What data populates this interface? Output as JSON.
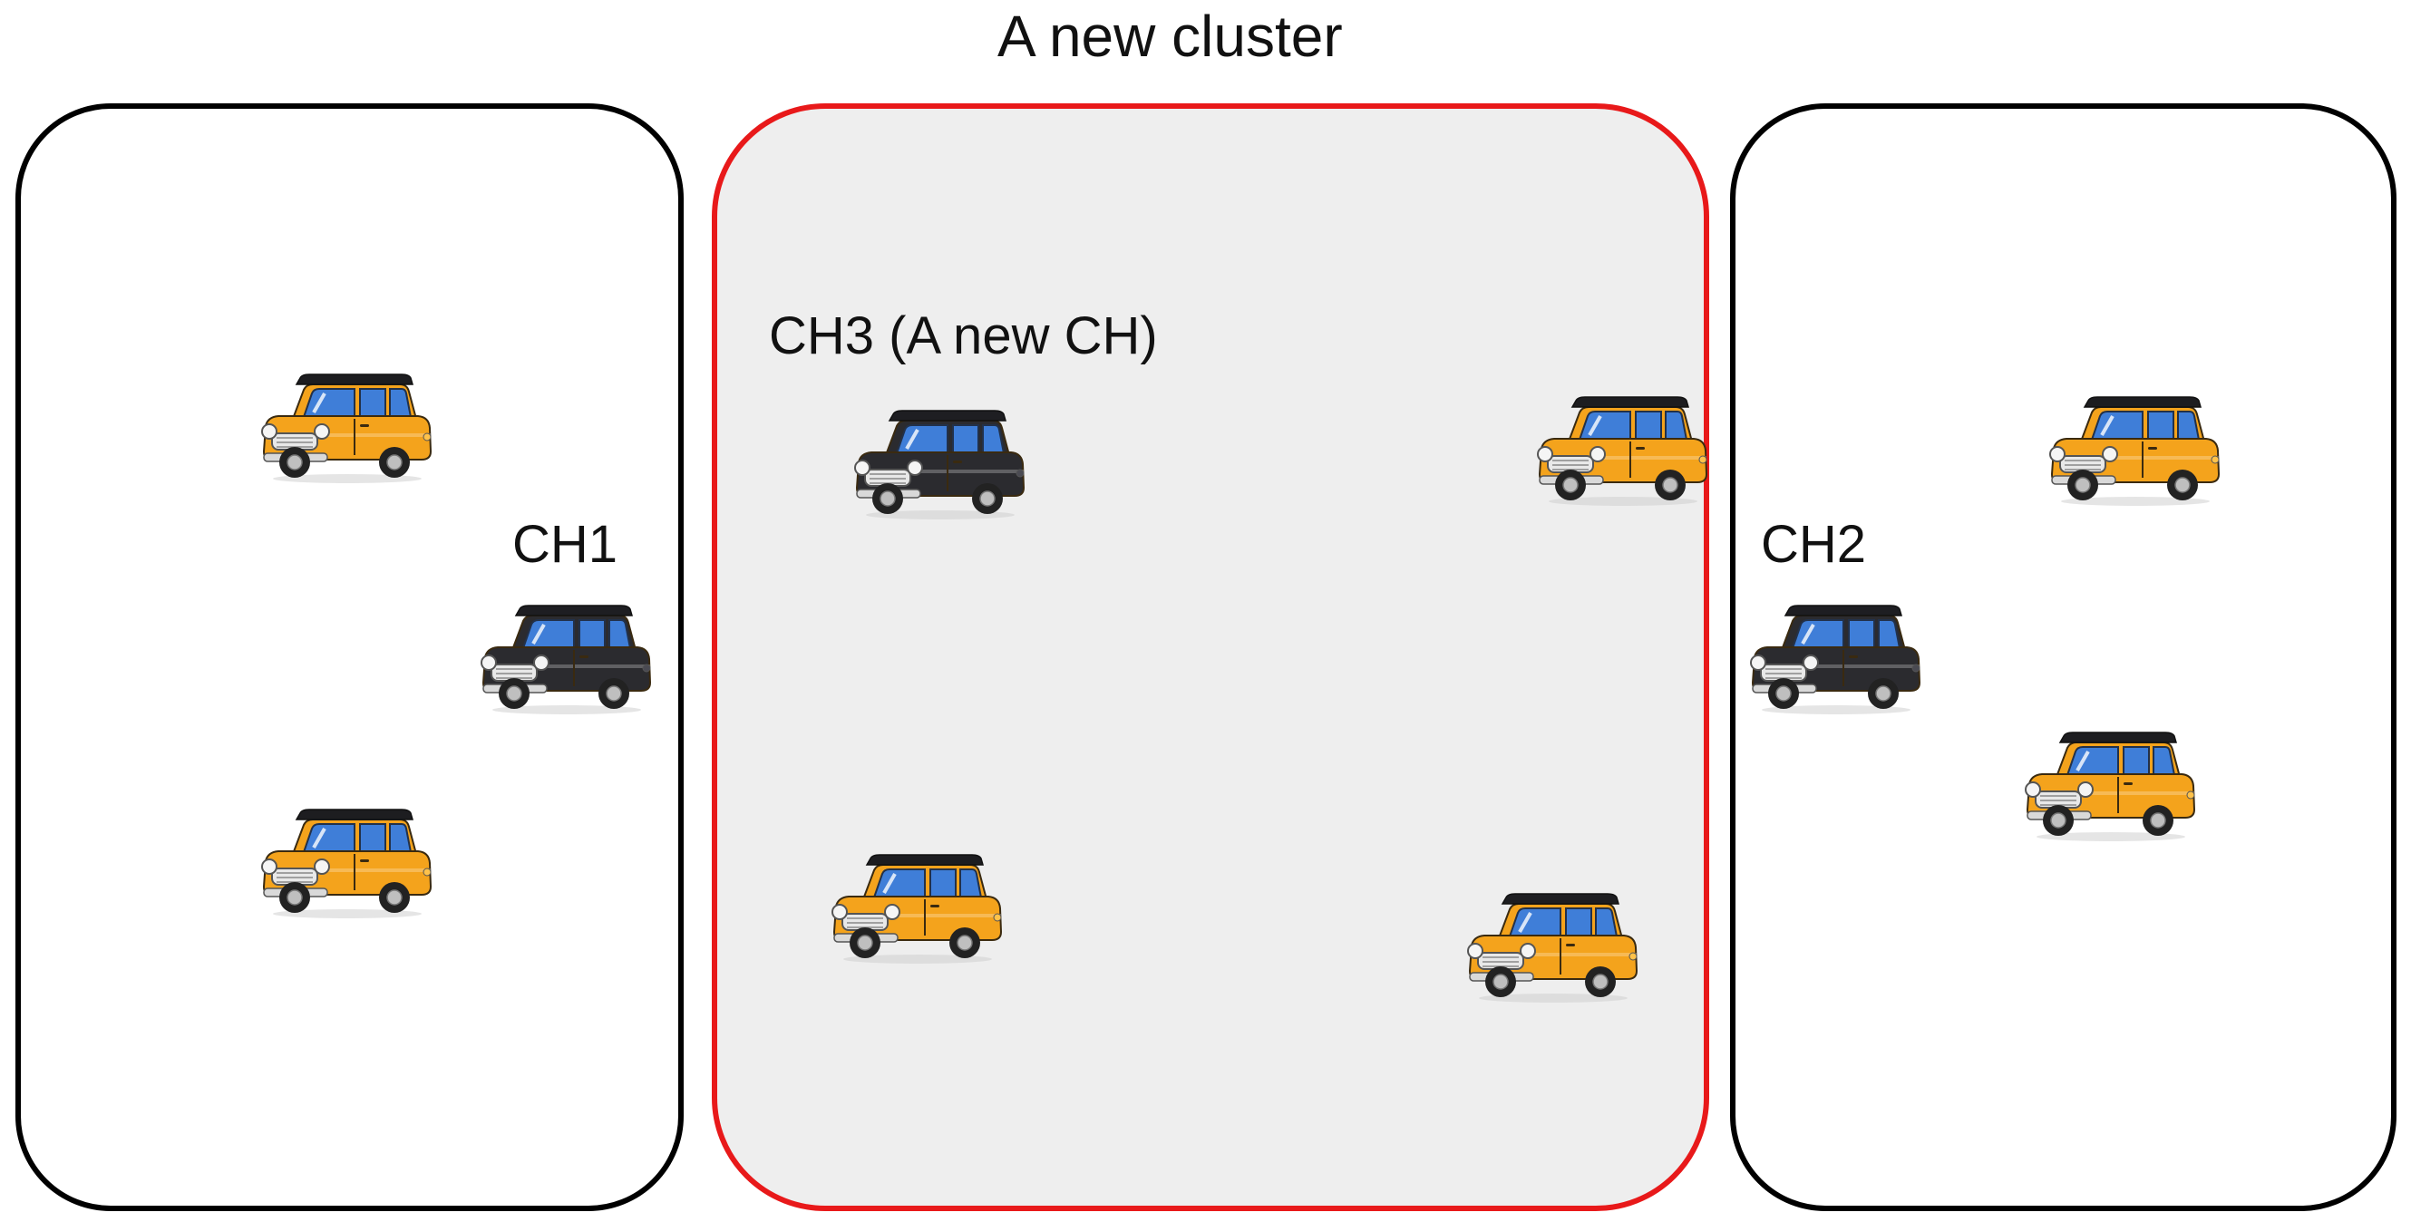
{
  "diagram": {
    "title": "A new cluster",
    "colors": {
      "regular_car": "#f4a31c",
      "cluster_head_car": "#2b2b2f",
      "new_cluster_border": "#e8191a",
      "new_cluster_fill": "#eeeeee",
      "cluster_border": "#000000"
    },
    "clusters": [
      {
        "id": "left",
        "head_label": "CH1",
        "cars": [
          {
            "kind": "regular",
            "icon": "orange-car-icon"
          },
          {
            "kind": "head",
            "icon": "black-car-icon"
          },
          {
            "kind": "regular",
            "icon": "orange-car-icon"
          }
        ]
      },
      {
        "id": "new",
        "head_label": "CH3 (A new CH)",
        "cars": [
          {
            "kind": "head",
            "icon": "black-car-icon"
          },
          {
            "kind": "regular",
            "icon": "orange-car-icon"
          },
          {
            "kind": "regular",
            "icon": "orange-car-icon"
          },
          {
            "kind": "regular",
            "icon": "orange-car-icon"
          }
        ]
      },
      {
        "id": "right",
        "head_label": "CH2",
        "cars": [
          {
            "kind": "regular",
            "icon": "orange-car-icon"
          },
          {
            "kind": "head",
            "icon": "black-car-icon"
          },
          {
            "kind": "regular",
            "icon": "orange-car-icon"
          }
        ]
      }
    ]
  }
}
